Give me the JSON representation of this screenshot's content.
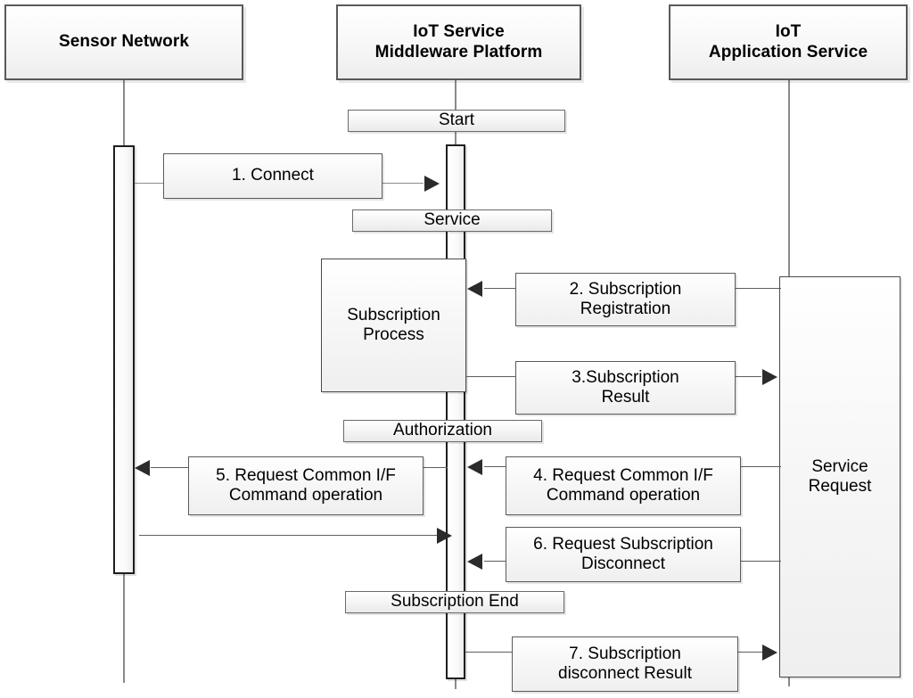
{
  "diagram": {
    "type": "uml-sequence-diagram",
    "title": "IoT Service Middleware Platform subscription sequence"
  },
  "participants": [
    {
      "id": "sensor-network",
      "label": "Sensor Network",
      "lines": [
        "Sensor Network"
      ]
    },
    {
      "id": "iot-service-middleware-platform",
      "label": "IoT  Service Middleware Platform",
      "lines": [
        "IoT  Service",
        "Middleware Platform"
      ]
    },
    {
      "id": "iot-application-service",
      "label": "IoT Application Service",
      "lines": [
        "IoT",
        "Application Service"
      ]
    }
  ],
  "phases": [
    {
      "id": "start",
      "label": "Start"
    },
    {
      "id": "service",
      "label": "Service"
    },
    {
      "id": "authorization",
      "label": "Authorization"
    },
    {
      "id": "subscription-end",
      "label": "Subscription End"
    }
  ],
  "process_boxes": [
    {
      "id": "subscription-process",
      "lines": [
        "Subscription",
        "Process"
      ]
    },
    {
      "id": "service-request",
      "lines": [
        "Service",
        "Request"
      ]
    }
  ],
  "messages": [
    {
      "number": "1",
      "lines": [
        "1. Connect"
      ],
      "from": "sensor-network",
      "to": "iot-service-middleware-platform",
      "direction": "right"
    },
    {
      "number": "2",
      "lines": [
        "2. Subscription",
        "Registration"
      ],
      "from": "iot-application-service",
      "to": "iot-service-middleware-platform",
      "direction": "left"
    },
    {
      "number": "3",
      "lines": [
        "3.Subscription",
        "Result"
      ],
      "from": "iot-service-middleware-platform",
      "to": "iot-application-service",
      "direction": "right"
    },
    {
      "number": "4",
      "lines": [
        "4. Request Common I/F",
        "Command operation"
      ],
      "from": "iot-application-service",
      "to": "iot-service-middleware-platform",
      "direction": "left"
    },
    {
      "number": "5",
      "lines": [
        "5. Request Common I/F",
        "Command operation"
      ],
      "from": "iot-service-middleware-platform",
      "to": "sensor-network",
      "direction": "left"
    },
    {
      "number": "6",
      "lines": [
        "6. Request Subscription",
        "Disconnect"
      ],
      "from": "iot-application-service",
      "to": "iot-service-middleware-platform",
      "direction": "left"
    },
    {
      "number": "7",
      "lines": [
        "7. Subscription",
        "disconnect Result"
      ],
      "from": "iot-service-middleware-platform",
      "to": "iot-application-service",
      "direction": "right"
    }
  ],
  "unlabeled_messages": [
    {
      "id": "sensor-response",
      "from": "sensor-network",
      "to": "iot-service-middleware-platform",
      "direction": "right"
    }
  ],
  "colors": {
    "box_border": "#4a4a4a",
    "activation_border": "#1e1e1e",
    "lifeline": "#8a8a8a",
    "arrow": "#2b2b2b",
    "box_fill_top": "#ffffff",
    "box_fill_bottom": "#ededed",
    "text": "#000000"
  }
}
